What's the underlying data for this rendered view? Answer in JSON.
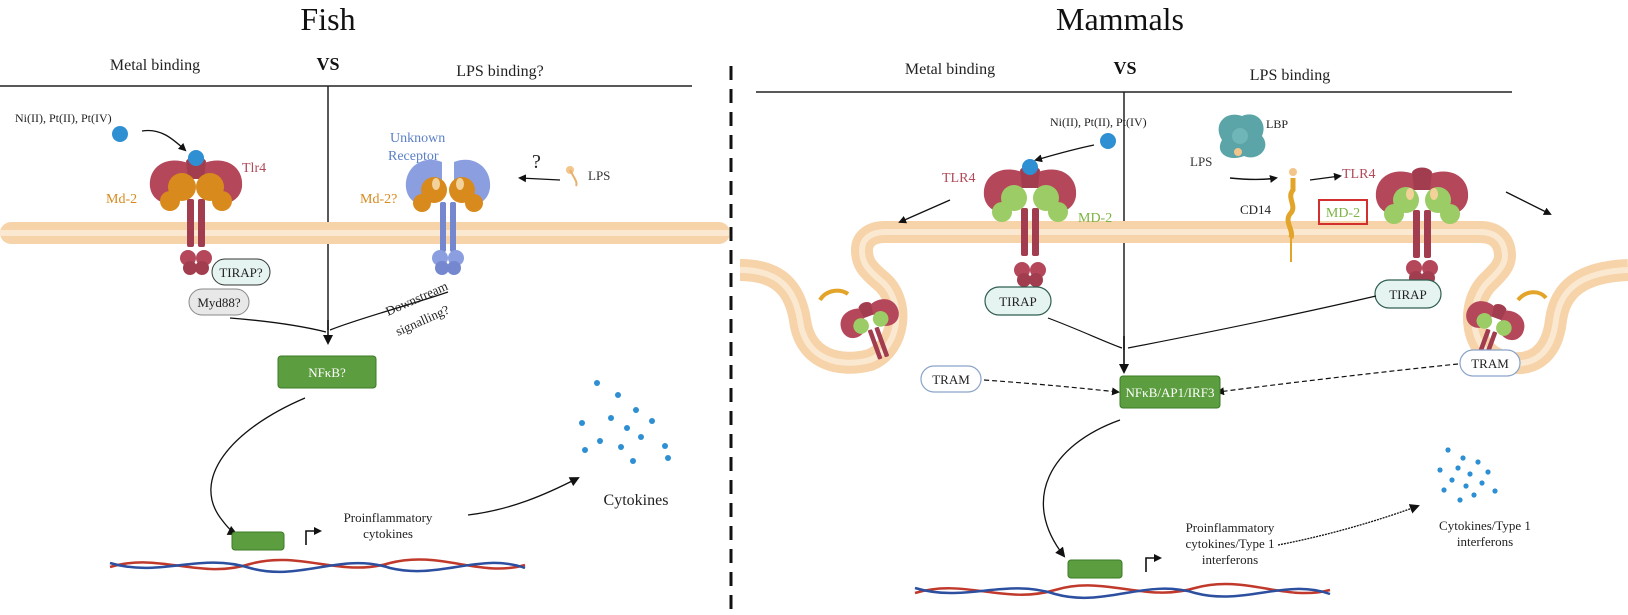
{
  "panels": {
    "fish": {
      "title": "Fish",
      "left_heading": "Metal binding",
      "vs": "VS",
      "right_heading": "LPS binding?",
      "metals": "Ni(II), Pt(II), Pt(IV)",
      "tlr": "Tlr4",
      "md2_left": "Md-2",
      "md2_right": "Md-2?",
      "unknown_receptor_line1": "Unknown",
      "unknown_receptor_line2": "Receptor",
      "question": "?",
      "lps": "LPS",
      "tirap": "TIRAP?",
      "myd88": "Myd88?",
      "downstream_line1": "Downstream",
      "downstream_line2": "signalling?",
      "nfkb": "NFκB?",
      "product_line1": "Proinflammatory",
      "product_line2": "cytokines",
      "cytokines": "Cytokines"
    },
    "mammals": {
      "title": "Mammals",
      "left_heading": "Metal binding",
      "vs": "VS",
      "right_heading": "LPS binding",
      "metals": "Ni(II), Pt(II), Pt(IV)",
      "tlr_left": "TLR4",
      "md2_left": "MD-2",
      "lbp": "LBP",
      "lps": "LPS",
      "cd14": "CD14",
      "tlr_right": "TLR4",
      "md2_right": "MD-2",
      "tirap_left": "TIRAP",
      "tirap_right": "TIRAP",
      "tram_left": "TRAM",
      "tram_right": "TRAM",
      "nfkb": "NFκB/AP1/IRF3",
      "product_line1": "Proinflammatory",
      "product_line2": "cytokines/Type 1",
      "product_line3": "interferons",
      "cytokines_line1": "Cytokines/Type 1",
      "cytokines_line2": "interferons"
    }
  },
  "colors": {
    "tlr4": "#b5475b",
    "md2_fish": "#d88a1c",
    "md2_mammal": "#9ccc65",
    "unknown_receptor": "#8b9ee0",
    "membrane": "#f6d3a8",
    "nfkb_box": "#5c9e3f",
    "metal_ion": "#2e8fd3",
    "lbp": "#5ba5a8",
    "dna_red": "#c0392b",
    "dna_blue": "#2c4fa0",
    "cytokine_dot": "#2e8fd3"
  },
  "icons": [
    "metal-ion-icon",
    "tlr4-receptor-icon",
    "md2-icon",
    "lps-icon",
    "lbp-icon",
    "cd14-icon",
    "endosome-icon",
    "dna-icon",
    "promoter-arrow-icon",
    "cytokine-dots-icon"
  ]
}
